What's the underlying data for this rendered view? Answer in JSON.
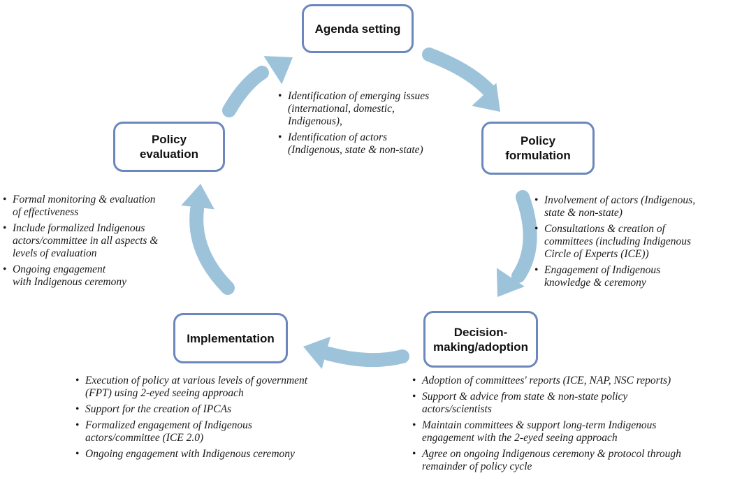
{
  "colors": {
    "arrow": "#9dc3db",
    "node_border": "#6b87bd"
  },
  "nodes": {
    "agenda": [
      "Agenda setting"
    ],
    "formulation": [
      "Policy",
      "formulation"
    ],
    "decision": [
      "Decision-",
      "making/adoption"
    ],
    "implementation": [
      "Implementation"
    ],
    "evaluation": [
      "Policy",
      "evaluation"
    ]
  },
  "lists": {
    "agenda": [
      [
        "Identification of emerging issues",
        "(international, domestic,",
        "Indigenous),"
      ],
      [
        "Identification of actors",
        "(Indigenous, state & non-state)"
      ]
    ],
    "formulation": [
      [
        "Involvement of actors (Indigenous,",
        "state  & non-state)"
      ],
      [
        "Consultations & creation of",
        "committees (including Indigenous",
        "Circle of Experts (ICE))"
      ],
      [
        "Engagement of Indigenous",
        "knowledge & ceremony"
      ]
    ],
    "decision": [
      [
        "Adoption of committees' reports (ICE, NAP, NSC reports)"
      ],
      [
        "Support & advice from state & non-state policy",
        "actors/scientists"
      ],
      [
        "Maintain committees & support long-term Indigenous",
        "engagement with the 2-eyed seeing approach"
      ],
      [
        "Agree on ongoing Indigenous ceremony & protocol through",
        "remainder of policy cycle"
      ]
    ],
    "implementation": [
      [
        "Execution of policy at various levels of government",
        "(FPT) using 2-eyed seeing approach"
      ],
      [
        "Support for the creation of IPCAs"
      ],
      [
        "Formalized engagement of Indigenous",
        "actors/committee (ICE 2.0)"
      ],
      [
        "Ongoing engagement with Indigenous ceremony"
      ]
    ],
    "evaluation": [
      [
        "Formal monitoring & evaluation",
        "of effectiveness"
      ],
      [
        "Include formalized Indigenous",
        "actors/committee in all aspects &",
        "levels of evaluation"
      ],
      [
        "Ongoing engagement",
        "with Indigenous ceremony"
      ]
    ]
  }
}
